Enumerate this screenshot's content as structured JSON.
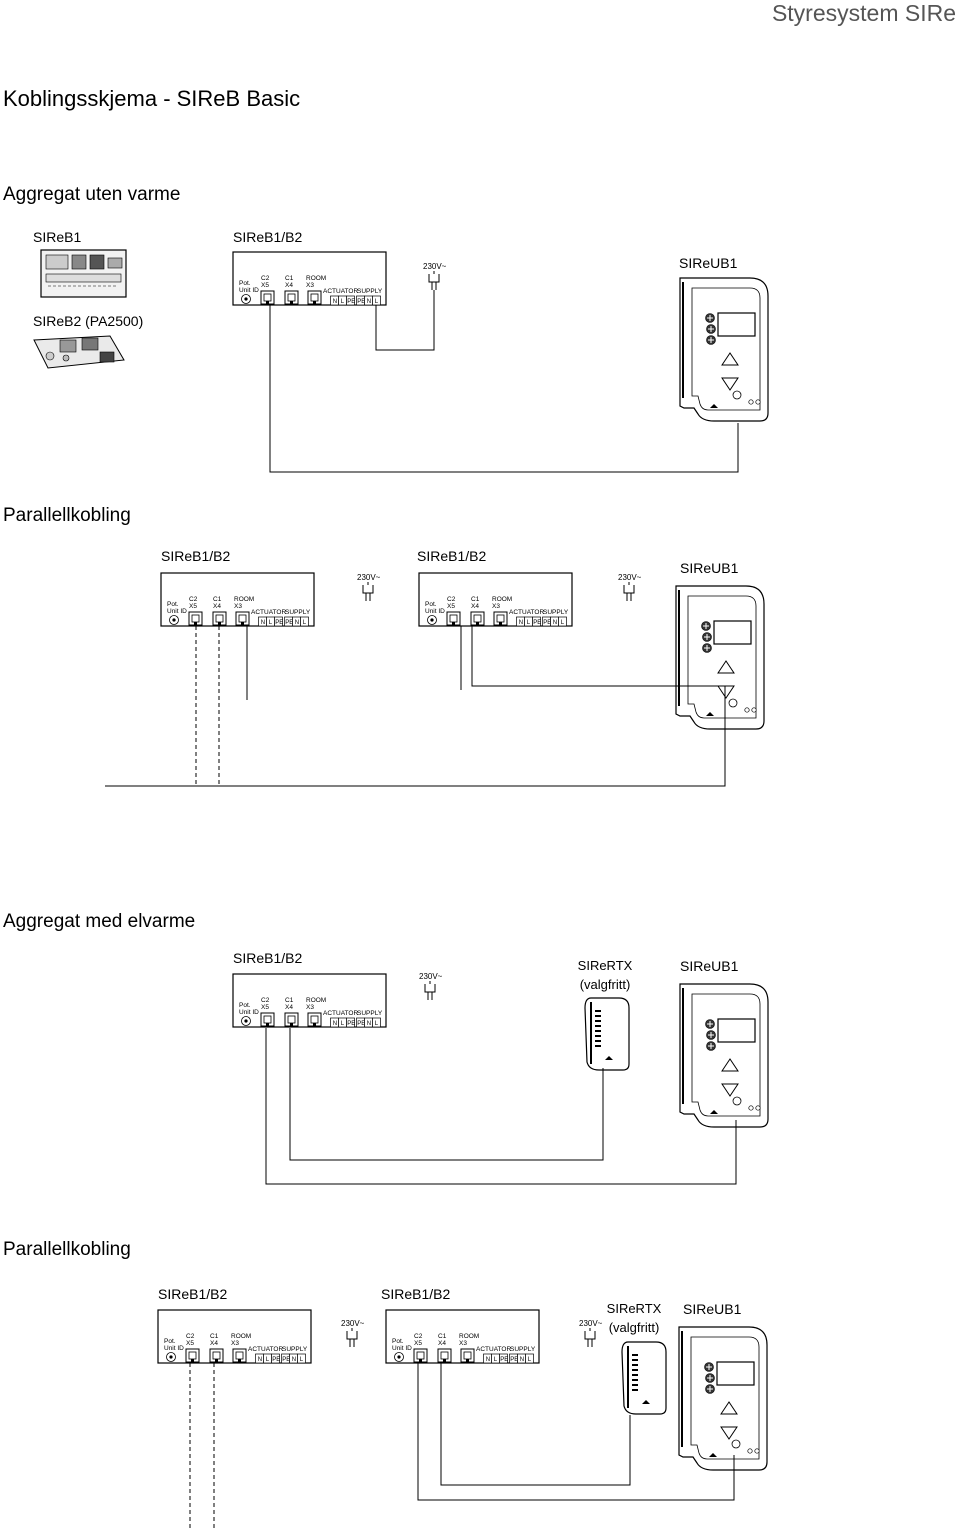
{
  "header": "Styresystem SIRe",
  "title": "Koblingsskjema  - SIReB Basic",
  "sections": {
    "s1": "Aggregat uten varme",
    "s2": "Parallellkobling",
    "s3": "Aggregat med elvarme",
    "s4": "Parallellkobling"
  },
  "labels": {
    "sireb1": "SIReB1",
    "sireb2": "SIReB2 (PA2500)",
    "sireb1b2": "SIReB1/B2",
    "sireub1": "SIReUB1",
    "sirertx": "SIReRTX",
    "valgfritt": "(valgfritt)",
    "supply_voltage": "230V~"
  },
  "controller": {
    "pot": "Pot.",
    "unit_id": "Unit ID",
    "c2": "C2",
    "x5": "X5",
    "c1": "C1",
    "x4": "X4",
    "room": "ROOM",
    "x3": "X3",
    "actuator": "ACTUATOR",
    "supply": "SUPPLY",
    "terminals": [
      "N",
      "L",
      "PE",
      "PE",
      "N",
      "L"
    ]
  }
}
